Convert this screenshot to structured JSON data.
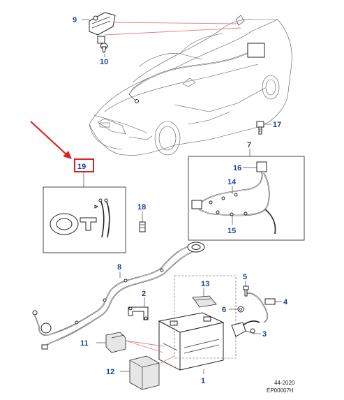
{
  "callouts": {
    "c1": "1",
    "c2": "2",
    "c3": "3",
    "c4": "4",
    "c5": "5",
    "c6": "6",
    "c7": "7",
    "c8": "8",
    "c9": "9",
    "c10": "10",
    "c11": "11",
    "c12": "12",
    "c13": "13",
    "c14": "14",
    "c15": "15",
    "c16": "16",
    "c17": "17",
    "c18": "18",
    "c19": "19"
  },
  "reference": {
    "date": "44-2020",
    "code": "EP00007H"
  },
  "colors": {
    "callout_text": "#1f3f99",
    "highlight_box": "#e02020",
    "arrow": "#e02020",
    "leader_highlight": "#e58080"
  }
}
